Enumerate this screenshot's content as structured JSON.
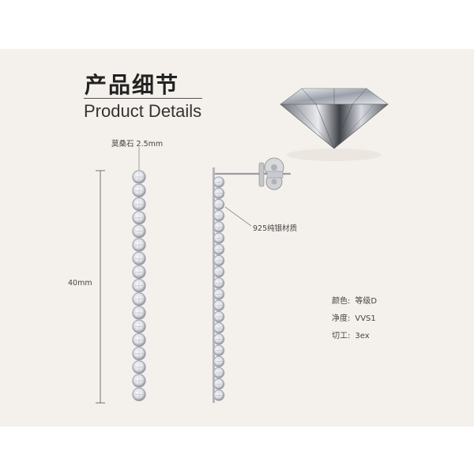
{
  "header": {
    "title_cn": "产品细节",
    "title_en": "Product Details"
  },
  "labels": {
    "stone": "莫桑石 2.5mm",
    "length": "40mm",
    "material": "925纯银材质"
  },
  "specs": [
    {
      "key": "颜色:",
      "value": "等级D"
    },
    {
      "key": "净度:",
      "value": "VVS1"
    },
    {
      "key": "切工:",
      "value": "3ex"
    }
  ],
  "colors": {
    "background_panel": "#f4f1ec",
    "metal": "#c8c8cc",
    "stone": "#eef0f4"
  },
  "icons": {
    "gem": "diamond-icon"
  }
}
